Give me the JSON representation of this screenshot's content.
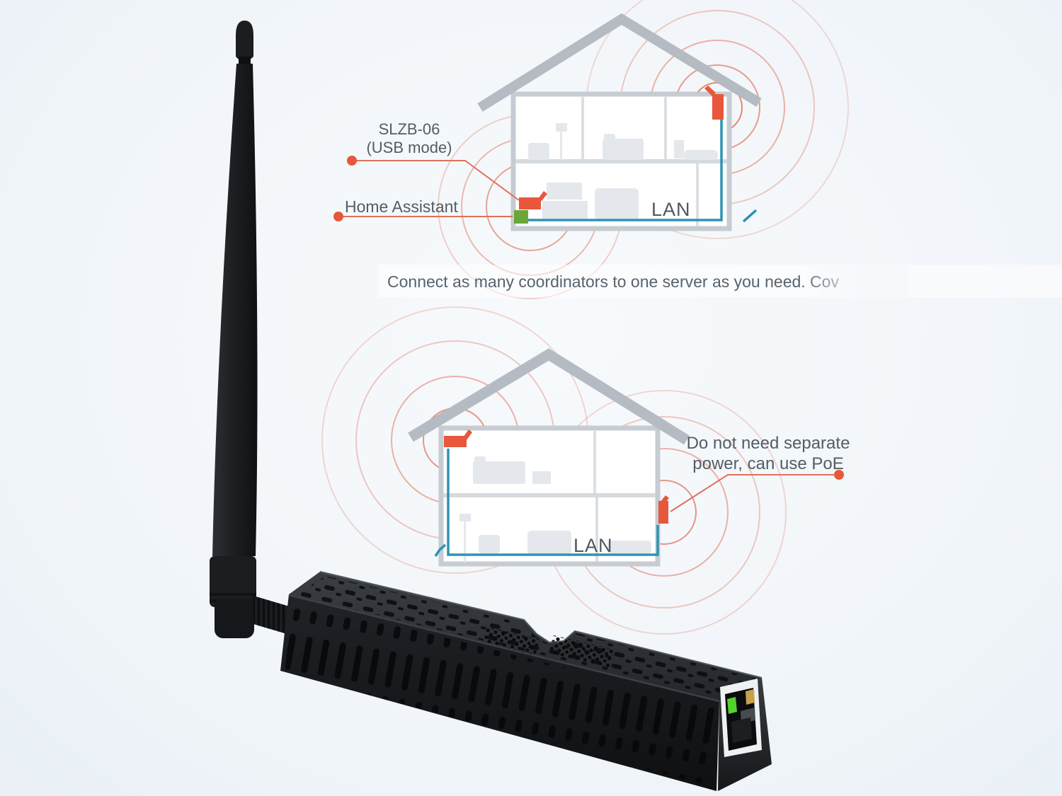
{
  "scene": {
    "background_color": "#f2f6fa",
    "accent_orange": "#e8573b",
    "signal_wave_color": "#e06b54",
    "leader_line_color": "#e0705c",
    "cable_blue": "#2e93b4",
    "roof_gray": "#b5bbc2",
    "wall_gray": "#c6ccd2",
    "furniture_gray": "#e4e8ec",
    "server_green": "#6aa63a",
    "text_color": "#525d66",
    "led_green": "#52d32e",
    "led_amber": "#c8a14b"
  },
  "annotations": {
    "device_mode": {
      "line1": "SLZB-06",
      "line2": "(USB mode)"
    },
    "home_assistant": "Home Assistant",
    "lan_top": "LAN",
    "lan_bottom": "LAN",
    "caption": "Connect as many coordinators to one server as you need. Cov",
    "poe": {
      "line1": "Do not need separate",
      "line2": "power, can use PoE"
    }
  }
}
